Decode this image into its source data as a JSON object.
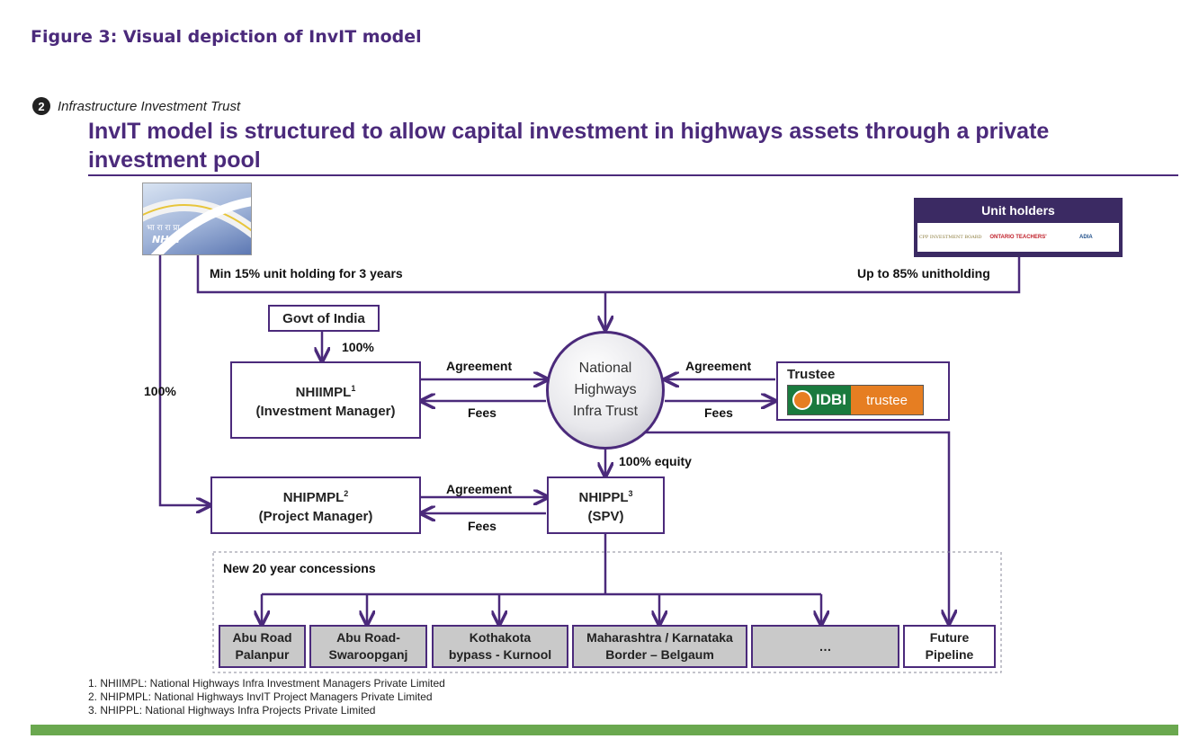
{
  "figure_title": "Figure 3: Visual depiction of InvIT model",
  "section": {
    "number": "2",
    "label": "Infrastructure Investment Trust"
  },
  "headline_line1": "InvIT model is structured to allow capital investment in highways assets through a private",
  "headline_line2": "investment pool",
  "nhai_logo": {
    "text": "NHAI",
    "devanagari": "भा रा रा प्रा"
  },
  "unit_holders": {
    "title": "Unit holders",
    "logo1": "CPP INVESTMENT BOARD",
    "logo2": "ONTARIO TEACHERS'",
    "logo3": "ADIA"
  },
  "labels": {
    "min_holding": "Min 15% unit holding for 3 years",
    "up_to_holding": "Up to 85% unitholding",
    "govt": "Govt of India",
    "pct_100_govt": "100%",
    "pct_100_left": "100%",
    "agreement_left": "Agreement",
    "fees_left": "Fees",
    "agreement_right": "Agreement",
    "fees_right": "Fees",
    "equity": "100% equity",
    "agreement_pm": "Agreement",
    "fees_pm": "Fees",
    "concessions": "New 20 year concessions"
  },
  "nhiimpl": {
    "name": "NHIIMPL",
    "sup": "1",
    "role": "(Investment Manager)"
  },
  "trust": {
    "line1": "National",
    "line2": "Highways",
    "line3": "Infra Trust"
  },
  "trustee": {
    "title": "Trustee",
    "logo_main": "IDBI",
    "logo_sub": "trustee"
  },
  "nhipmpl": {
    "name": "NHIPMPL",
    "sup": "2",
    "role": "(Project Manager)"
  },
  "nhippl": {
    "name": "NHIPPL",
    "sup": "3",
    "role": "(SPV)"
  },
  "projects": [
    {
      "line1": "Abu Road",
      "line2": "Palanpur"
    },
    {
      "line1": "Abu Road-",
      "line2": "Swaroopganj"
    },
    {
      "line1": "Kothakota",
      "line2": "bypass - Kurnool"
    },
    {
      "line1": "Maharashtra / Karnataka",
      "line2": "Border – Belgaum"
    },
    {
      "line1": "…",
      "line2": ""
    },
    {
      "line1": "Future",
      "line2": "Pipeline"
    }
  ],
  "footnotes": [
    "1. NHIIMPL: National Highways Infra Investment Managers Private Limited",
    "2. NHIPMPL: National Highways InvIT Project Managers Private Limited",
    "3. NHIPPL: National Highways Infra Projects Private Limited"
  ],
  "colors": {
    "primary": "#4b2a7b",
    "accent_green": "#6aa84f",
    "idbi_green": "#1a7a3e",
    "idbi_orange": "#e67e22"
  }
}
